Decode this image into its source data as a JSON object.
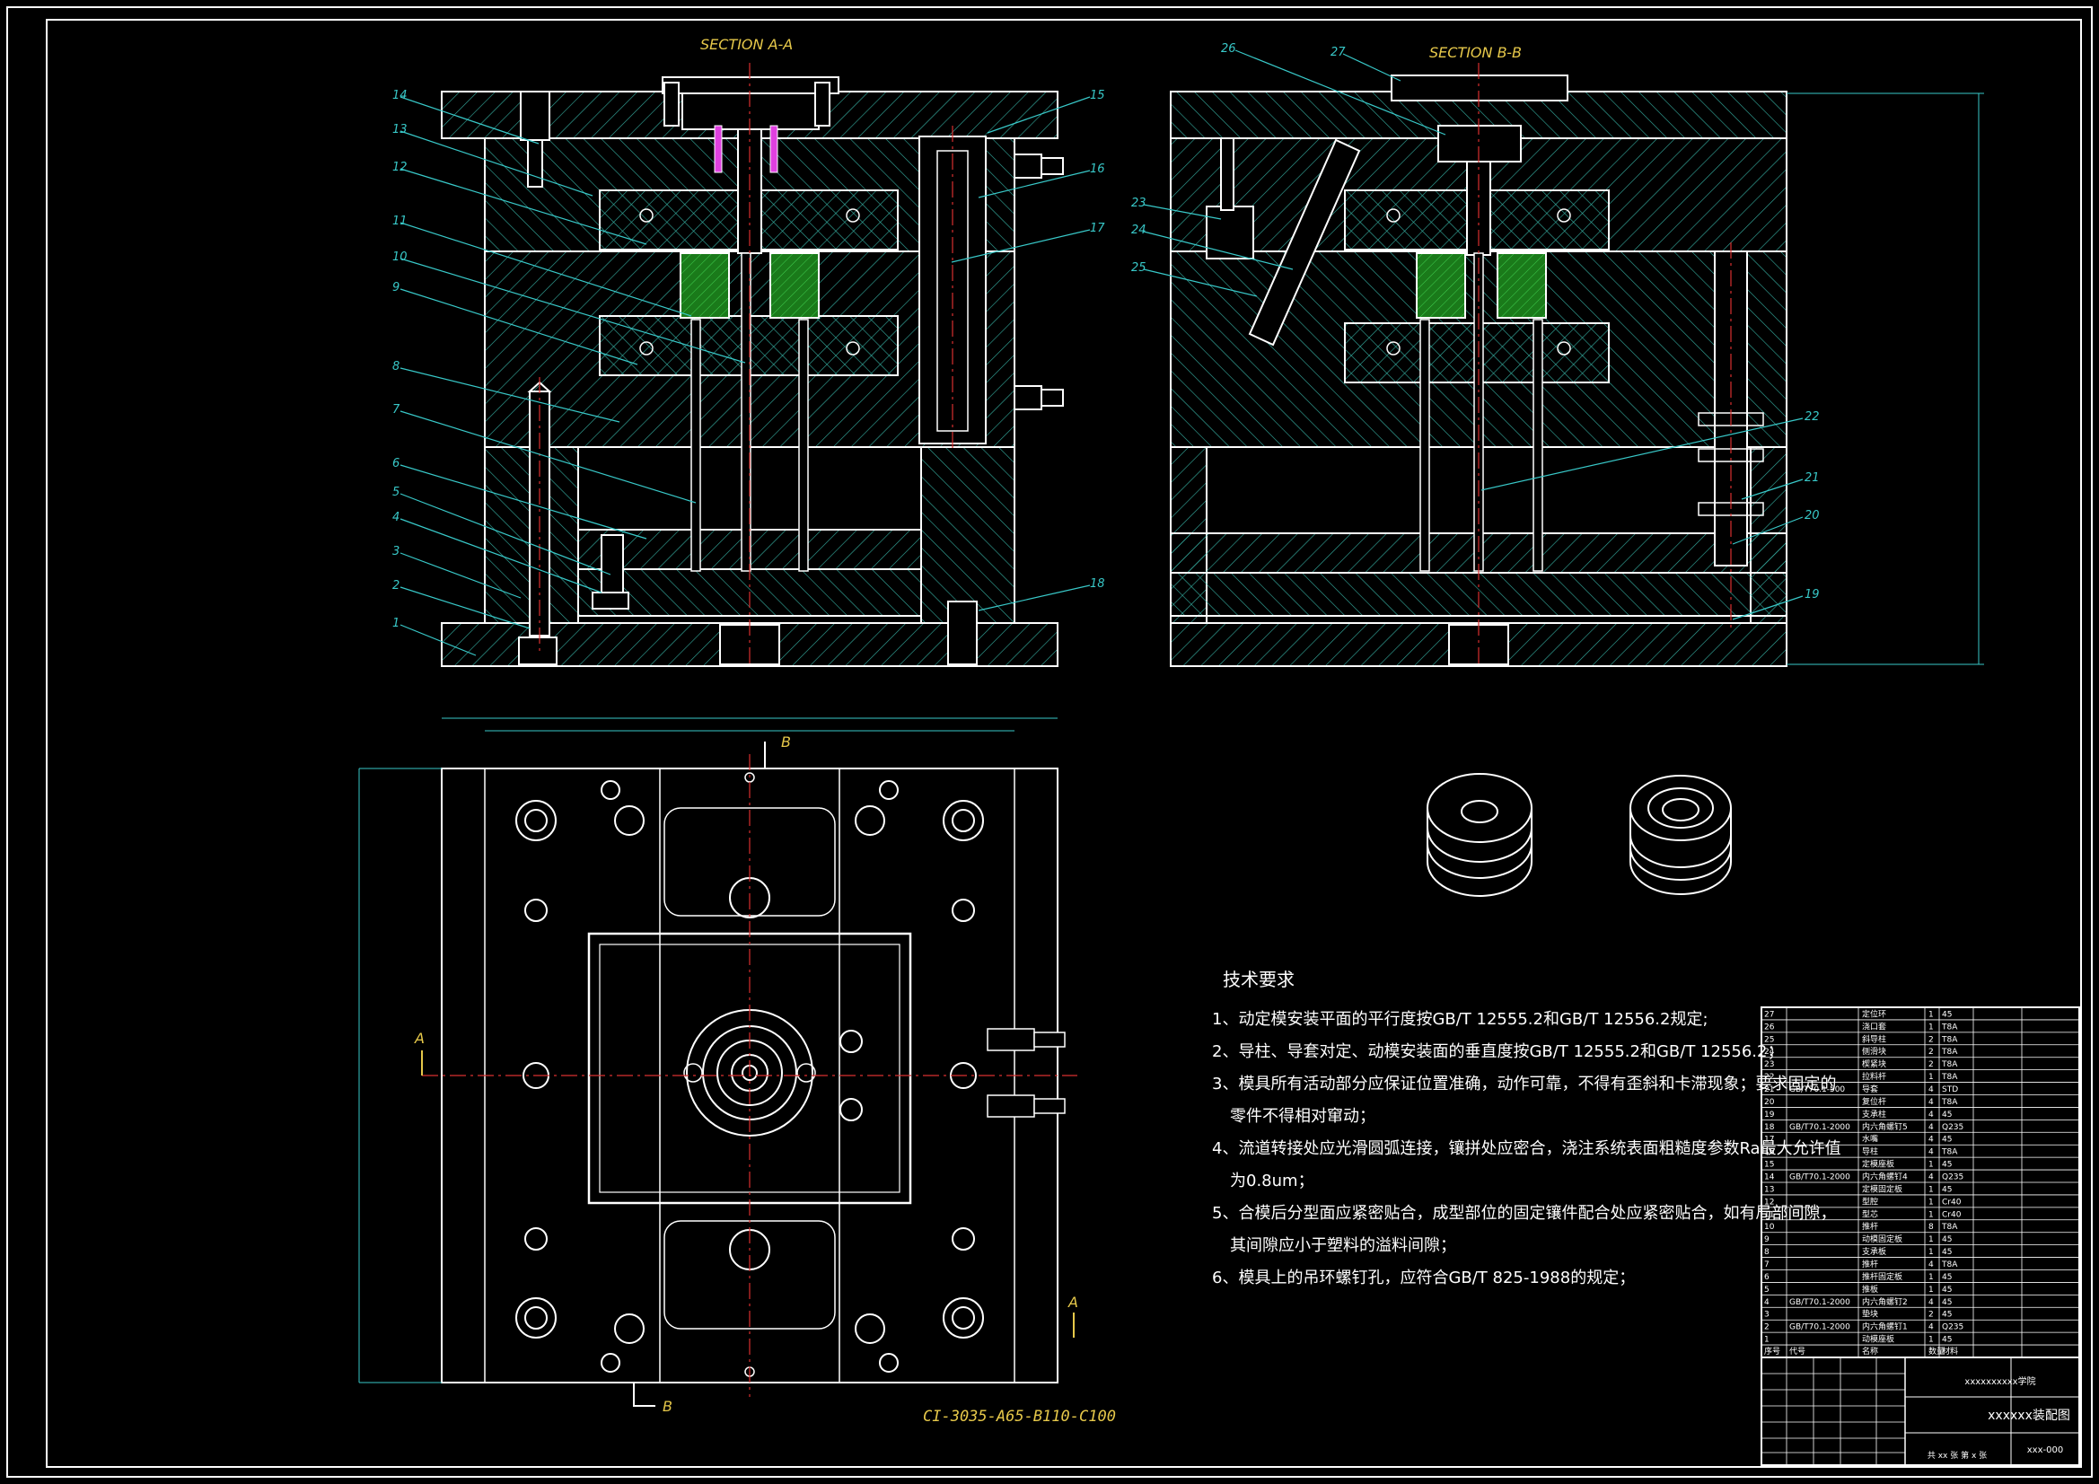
{
  "drawing": {
    "section_a_label": "SECTION A-A",
    "section_b_label": "SECTION B-B",
    "plan_code": "CI-3035-A65-B110-C100",
    "cut_marks": {
      "a": "A",
      "b": "B"
    },
    "balloons_left": [
      "14",
      "13",
      "12",
      "11",
      "10",
      "9",
      "8",
      "7",
      "6",
      "5",
      "4",
      "3",
      "2",
      "1"
    ],
    "balloons_right_a": [
      "15",
      "16",
      "17",
      "18"
    ],
    "balloons_b_left": [
      "26",
      "27",
      "23",
      "24",
      "25"
    ],
    "balloons_b_right": [
      "22",
      "21",
      "20",
      "19"
    ]
  },
  "technical_requirements": {
    "title": "技术要求",
    "lines": [
      {
        "text": "1、动定模安装平面的平行度按GB/T 12555.2和GB/T 12556.2规定;",
        "indent": false
      },
      {
        "text": "2、导柱、导套对定、动模安装面的垂直度按GB/T 12555.2和GB/T 12556.2；",
        "indent": false
      },
      {
        "text": "3、模具所有活动部分应保证位置准确，动作可靠，不得有歪斜和卡滞现象；要求固定的",
        "indent": false
      },
      {
        "text": "零件不得相对窜动；",
        "indent": true
      },
      {
        "text": "4、流道转接处应光滑圆弧连接，镶拼处应密合，浇注系统表面粗糙度参数Ra最大允许值",
        "indent": false
      },
      {
        "text": "为0.8um；",
        "indent": true
      },
      {
        "text": "5、合模后分型面应紧密贴合，成型部位的固定镶件配合处应紧密贴合，如有局部间隙，",
        "indent": false
      },
      {
        "text": "其间隙应小于塑料的溢料间隙；",
        "indent": true
      },
      {
        "text": "6、模具上的吊环螺钉孔，应符合GB/T 825-1988的规定；",
        "indent": false
      }
    ]
  },
  "bom": {
    "rows": [
      {
        "no": "27",
        "std": "",
        "name": "定位环",
        "qty": "1",
        "mat": "45"
      },
      {
        "no": "26",
        "std": "",
        "name": "浇口套",
        "qty": "1",
        "mat": "T8A"
      },
      {
        "no": "25",
        "std": "",
        "name": "斜导柱",
        "qty": "2",
        "mat": "T8A"
      },
      {
        "no": "24",
        "std": "",
        "name": "侧滑块",
        "qty": "2",
        "mat": "T8A"
      },
      {
        "no": "23",
        "std": "",
        "name": "楔紧块",
        "qty": "2",
        "mat": "T8A"
      },
      {
        "no": "22",
        "std": "",
        "name": "拉料杆",
        "qty": "1",
        "mat": "T8A"
      },
      {
        "no": "21",
        "std": "GB/T70.1-500",
        "name": "导套",
        "qty": "4",
        "mat": "STD"
      },
      {
        "no": "20",
        "std": "",
        "name": "复位杆",
        "qty": "4",
        "mat": "T8A"
      },
      {
        "no": "19",
        "std": "",
        "name": "支承柱",
        "qty": "4",
        "mat": "45"
      },
      {
        "no": "18",
        "std": "GB/T70.1-2000",
        "name": "内六角螺钉5",
        "qty": "4",
        "mat": "Q235"
      },
      {
        "no": "17",
        "std": "",
        "name": "水嘴",
        "qty": "4",
        "mat": "45"
      },
      {
        "no": "16",
        "std": "",
        "name": "导柱",
        "qty": "4",
        "mat": "T8A"
      },
      {
        "no": "15",
        "std": "",
        "name": "定模座板",
        "qty": "1",
        "mat": "45"
      },
      {
        "no": "14",
        "std": "GB/T70.1-2000",
        "name": "内六角螺钉4",
        "qty": "4",
        "mat": "Q235"
      },
      {
        "no": "13",
        "std": "",
        "name": "定模固定板",
        "qty": "1",
        "mat": "45"
      },
      {
        "no": "12",
        "std": "",
        "name": "型腔",
        "qty": "1",
        "mat": "Cr40"
      },
      {
        "no": "11",
        "std": "",
        "name": "型芯",
        "qty": "1",
        "mat": "Cr40"
      },
      {
        "no": "10",
        "std": "",
        "name": "推杆",
        "qty": "8",
        "mat": "T8A"
      },
      {
        "no": "9",
        "std": "",
        "name": "动模固定板",
        "qty": "1",
        "mat": "45"
      },
      {
        "no": "8",
        "std": "",
        "name": "支承板",
        "qty": "1",
        "mat": "45"
      },
      {
        "no": "7",
        "std": "",
        "name": "推杆",
        "qty": "4",
        "mat": "T8A"
      },
      {
        "no": "6",
        "std": "",
        "name": "推杆固定板",
        "qty": "1",
        "mat": "45"
      },
      {
        "no": "5",
        "std": "",
        "name": "推板",
        "qty": "1",
        "mat": "45"
      },
      {
        "no": "4",
        "std": "GB/T70.1-2000",
        "name": "内六角螺钉2",
        "qty": "4",
        "mat": "45"
      },
      {
        "no": "3",
        "std": "",
        "name": "垫块",
        "qty": "2",
        "mat": "45"
      },
      {
        "no": "2",
        "std": "GB/T70.1-2000",
        "name": "内六角螺钉1",
        "qty": "4",
        "mat": "Q235"
      },
      {
        "no": "1",
        "std": "",
        "name": "动模座板",
        "qty": "1",
        "mat": "45"
      }
    ],
    "header": [
      "序号",
      "代号",
      "名称",
      "数量",
      "材料"
    ]
  },
  "title_block": {
    "school": "xxxxxxxxxx学院",
    "drawing_name": "xxxxxx装配图",
    "drawing_no": "xxx-000",
    "sheet": "共 xx 张  第 x 张"
  },
  "colors": {
    "section_line": "#ffffff",
    "hatch": "#36b0a3",
    "leader": "#38c8c8",
    "center": "#d93030",
    "label": "#e6c84a",
    "green_part": "#1a7a1a",
    "magenta": "#e040e0"
  }
}
